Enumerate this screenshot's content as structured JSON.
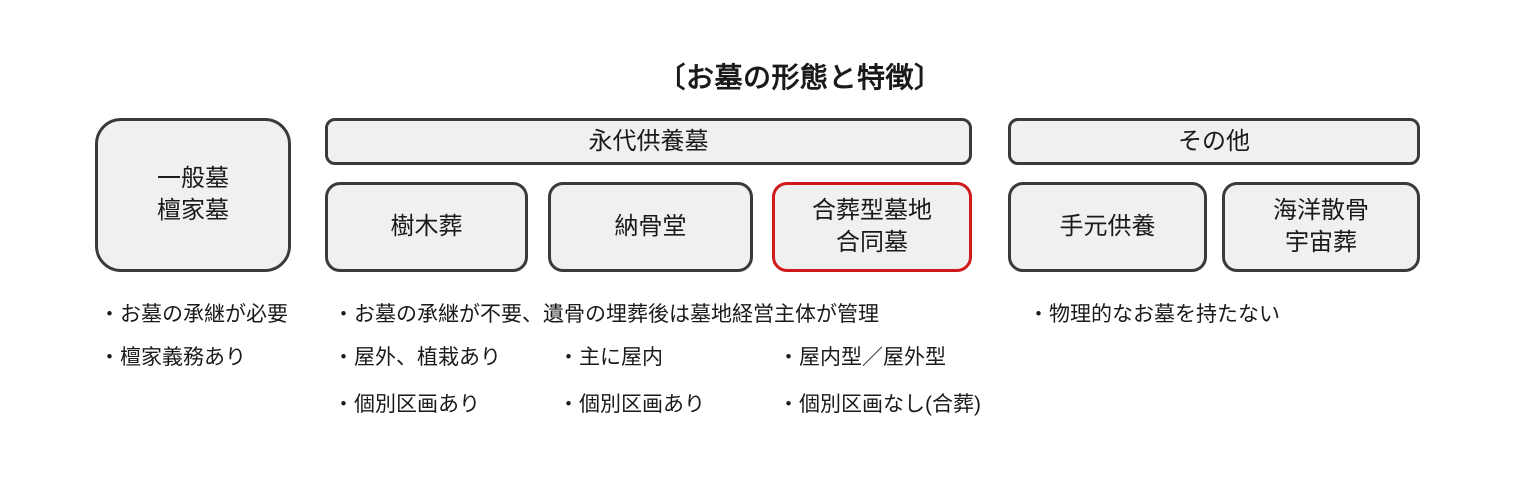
{
  "title": "〔お墓の形態と特徴〕",
  "colors": {
    "box_fill": "#f0f0f0",
    "box_border": "#3a3a3a",
    "highlight_border": "#d01919",
    "text": "#1a1a1a",
    "background": "#ffffff"
  },
  "left_group": {
    "box_label": "一般墓\n檀家墓",
    "notes": [
      "・お墓の承継が必要",
      "・檀家義務あり"
    ]
  },
  "eternal_group": {
    "header": "永代供養墓",
    "shared_note": "・お墓の承継が不要、遺骨の埋葬後は墓地経営主体が管理",
    "boxes": [
      {
        "label": "樹木葬",
        "highlighted": false,
        "notes": [
          "・屋外、植栽あり",
          "・個別区画あり"
        ]
      },
      {
        "label": "納骨堂",
        "highlighted": false,
        "notes": [
          "・主に屋内",
          "・個別区画あり"
        ]
      },
      {
        "label": "合葬型墓地\n合同墓",
        "highlighted": true,
        "notes": [
          "・屋内型／屋外型",
          "・個別区画なし(合葬)"
        ]
      }
    ]
  },
  "other_group": {
    "header": "その他",
    "boxes": [
      {
        "label": "手元供養"
      },
      {
        "label": "海洋散骨\n宇宙葬"
      }
    ],
    "note": "・物理的なお墓を持たない"
  }
}
